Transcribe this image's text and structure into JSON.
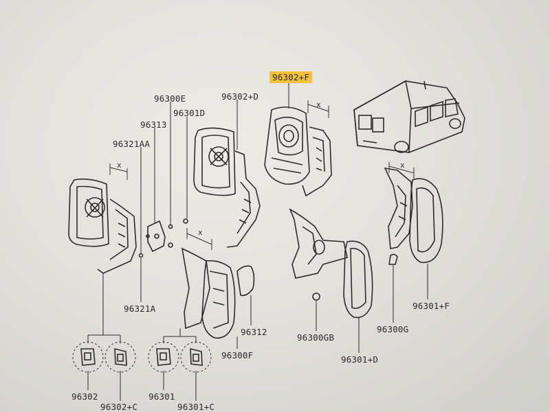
{
  "highlight_color": "#f2c23a",
  "labels": {
    "p96302F": "96302+F",
    "p96300E": "96300E",
    "p96302D": "96302+D",
    "p96301D": "96301D",
    "p96313": "96313",
    "p96321AA": "96321AA",
    "p96321A": "96321A",
    "p96312": "96312",
    "p96300GB": "96300GB",
    "p96300F": "96300F",
    "p96300G": "96300G",
    "p96301F": "96301+F",
    "p96301Dp": "96301+D",
    "p96302": "96302",
    "p96302C": "96302+C",
    "p96301": "96301",
    "p96301C": "96301+C"
  },
  "dimension_marks": {
    "x": "x"
  }
}
